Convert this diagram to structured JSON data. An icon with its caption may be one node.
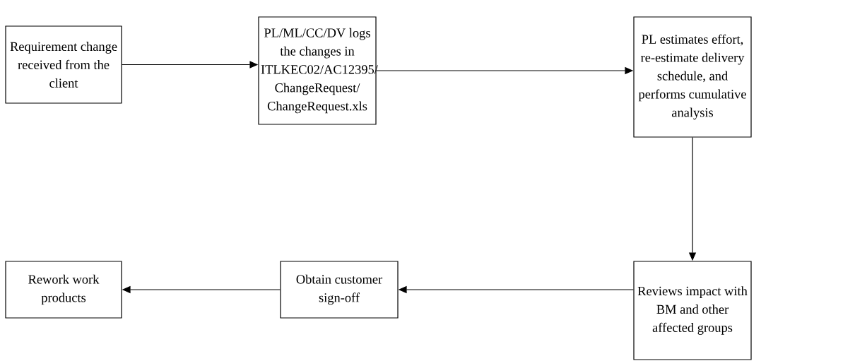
{
  "diagram": {
    "nodes": [
      {
        "text": [
          "Requirement change received from the client"
        ]
      },
      {
        "text": [
          "PL/ML/CC/DV logs the changes in ITLKEC02/AC12395/ ChangeRequest/ ChangeRequest.xls"
        ]
      },
      {
        "text": [
          "PL estimates effort, re-estimate delivery schedule, and performs cumulative analysis"
        ]
      },
      {
        "text": [
          "Reviews impact with BM and other affected groups"
        ]
      },
      {
        "text": [
          "Obtain customer sign-off"
        ]
      },
      {
        "text": [
          "Rework work products"
        ]
      }
    ],
    "edges": [
      {
        "from": 0,
        "to": 1,
        "arrow": "to"
      },
      {
        "from": 1,
        "to": 2,
        "arrow": "to"
      },
      {
        "from": 2,
        "to": 3,
        "arrow": "to"
      },
      {
        "from": 3,
        "to": 4,
        "arrow": "to"
      },
      {
        "from": 4,
        "to": 5,
        "arrow": "to"
      }
    ]
  }
}
